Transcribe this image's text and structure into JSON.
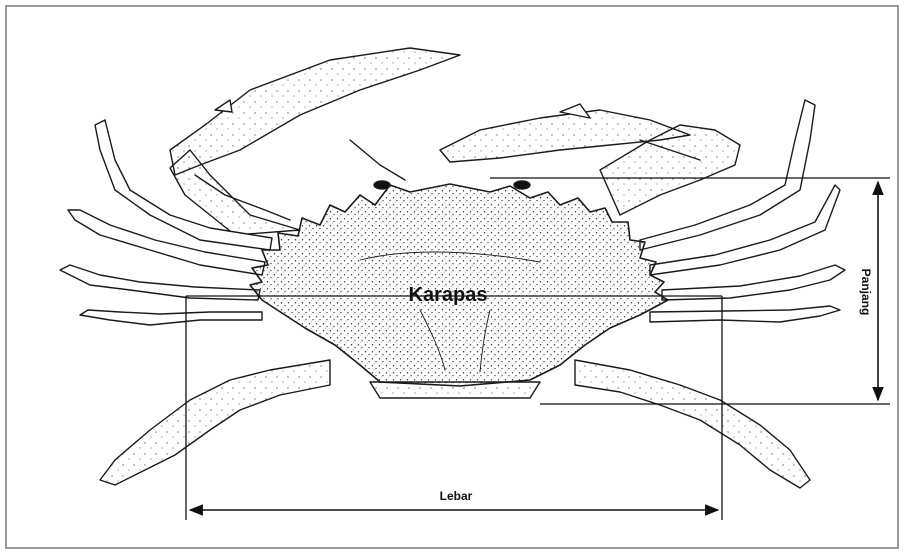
{
  "labels": {
    "carapace": "Karapas",
    "width": "Lebar",
    "length": "Panjang"
  },
  "colors": {
    "ink": "#1a1a1a",
    "paper": "#ffffff",
    "frame": "#9a9a9a"
  }
}
